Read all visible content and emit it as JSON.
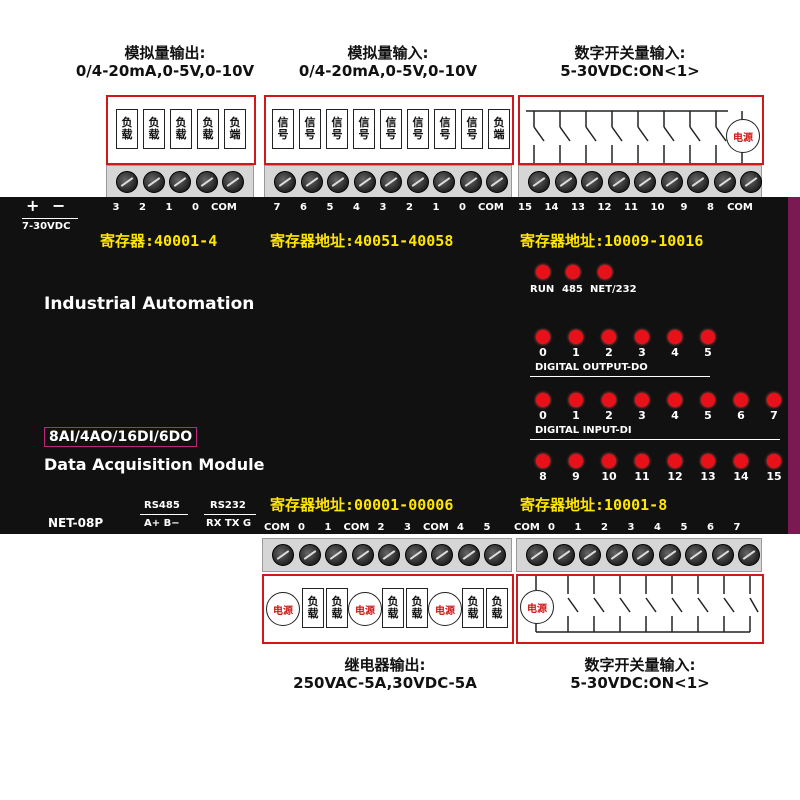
{
  "top_captions": {
    "ao": {
      "line1": "模拟量输出:",
      "line2": "0/4-20mA,0-5V,0-10V"
    },
    "ai": {
      "line1": "模拟量输入:",
      "line2": "0/4-20mA,0-5V,0-10V"
    },
    "di": {
      "line1": "数字开关量输入:",
      "line2": "5-30VDC:ON<1>"
    }
  },
  "bottom_captions": {
    "relay": {
      "line1": "继电器输出:",
      "line2": "250VAC-5A,30VDC-5A"
    },
    "di": {
      "line1": "数字开关量输入:",
      "line2": "5-30VDC:ON<1>"
    }
  },
  "box_labels": {
    "load": "负载",
    "load_end": "负端",
    "signal": "信号",
    "power": "电源"
  },
  "power_block": {
    "plus": "+",
    "minus": "−",
    "range": "7-30VDC"
  },
  "top_pins": {
    "ao": [
      "3",
      "2",
      "1",
      "0",
      "COM"
    ],
    "ai": [
      "7",
      "6",
      "5",
      "4",
      "3",
      "2",
      "1",
      "0",
      "COM"
    ],
    "di": [
      "15",
      "14",
      "13",
      "12",
      "11",
      "10",
      "9",
      "8",
      "COM"
    ]
  },
  "top_registers": {
    "ao": "寄存器:40001-4",
    "ai": "寄存器地址:40051-40058",
    "di": "寄存器地址:10009-10016"
  },
  "status_leds": [
    "RUN",
    "485",
    "NET/232"
  ],
  "do_leds": {
    "labels": [
      "0",
      "1",
      "2",
      "3",
      "4",
      "5"
    ],
    "title": "DIGITAL OUTPUT-DO"
  },
  "di_leds_row1": {
    "labels": [
      "0",
      "1",
      "2",
      "3",
      "4",
      "5",
      "6",
      "7"
    ],
    "title": "DIGITAL INPUT-DI"
  },
  "di_leds_row2": {
    "labels": [
      "8",
      "9",
      "10",
      "11",
      "12",
      "13",
      "14",
      "15"
    ]
  },
  "module": {
    "brand": "Industrial Automation",
    "model_badge": "8AI/4AO/16DI/6DO",
    "name": "Data Acquisition Module",
    "part": "NET-08P"
  },
  "comm": {
    "rs485": {
      "title": "RS485",
      "pins": "A+ B−"
    },
    "rs232": {
      "title": "RS232",
      "pins": "RX TX G"
    }
  },
  "bottom_registers": {
    "relay": "寄存器地址:00001-00006",
    "di": "寄存器地址:10001-8"
  },
  "bottom_pins": {
    "relay": [
      "COM",
      "0",
      "1",
      "COM",
      "2",
      "3",
      "COM",
      "4",
      "5"
    ],
    "di": [
      "COM",
      "0",
      "1",
      "2",
      "3",
      "4",
      "5",
      "6",
      "7"
    ]
  },
  "colors": {
    "panel": "#111111",
    "register_text": "#ffe600",
    "led": "#e8111a",
    "box_border": "#d01818",
    "accent_edge": "#7a1a55"
  }
}
